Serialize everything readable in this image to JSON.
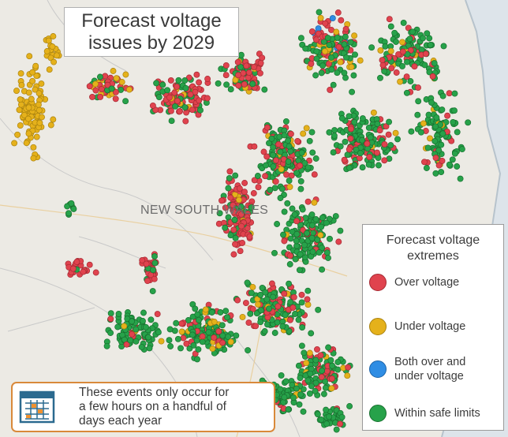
{
  "title": {
    "line1": "Forecast voltage",
    "line2": "issues by 2029"
  },
  "map_label": "NEW SOUTH WALES",
  "legend": {
    "title_line1": "Forecast voltage",
    "title_line2": "extremes",
    "items": [
      {
        "key": "over",
        "line1": "Over voltage",
        "line2": "",
        "color": "#e0434e"
      },
      {
        "key": "under",
        "line1": "Under voltage",
        "line2": "",
        "color": "#e5b11b"
      },
      {
        "key": "both",
        "line1": "Both over and",
        "line2": "under voltage",
        "color": "#2f8de4"
      },
      {
        "key": "safe",
        "line1": "Within safe limits",
        "line2": "",
        "color": "#27a24a"
      }
    ]
  },
  "note": {
    "icon": "calendar-icon",
    "line1": "These events only occur for",
    "line2": "a few hours on a handful of",
    "line3": "days each year"
  },
  "colors": {
    "land": "#eceae4",
    "coast": "#cfd6dc",
    "sea": "#ffffff",
    "note_border": "#d9893a",
    "calendar_accent": "#f0912f",
    "calendar_frame": "#2b6a8f"
  }
}
